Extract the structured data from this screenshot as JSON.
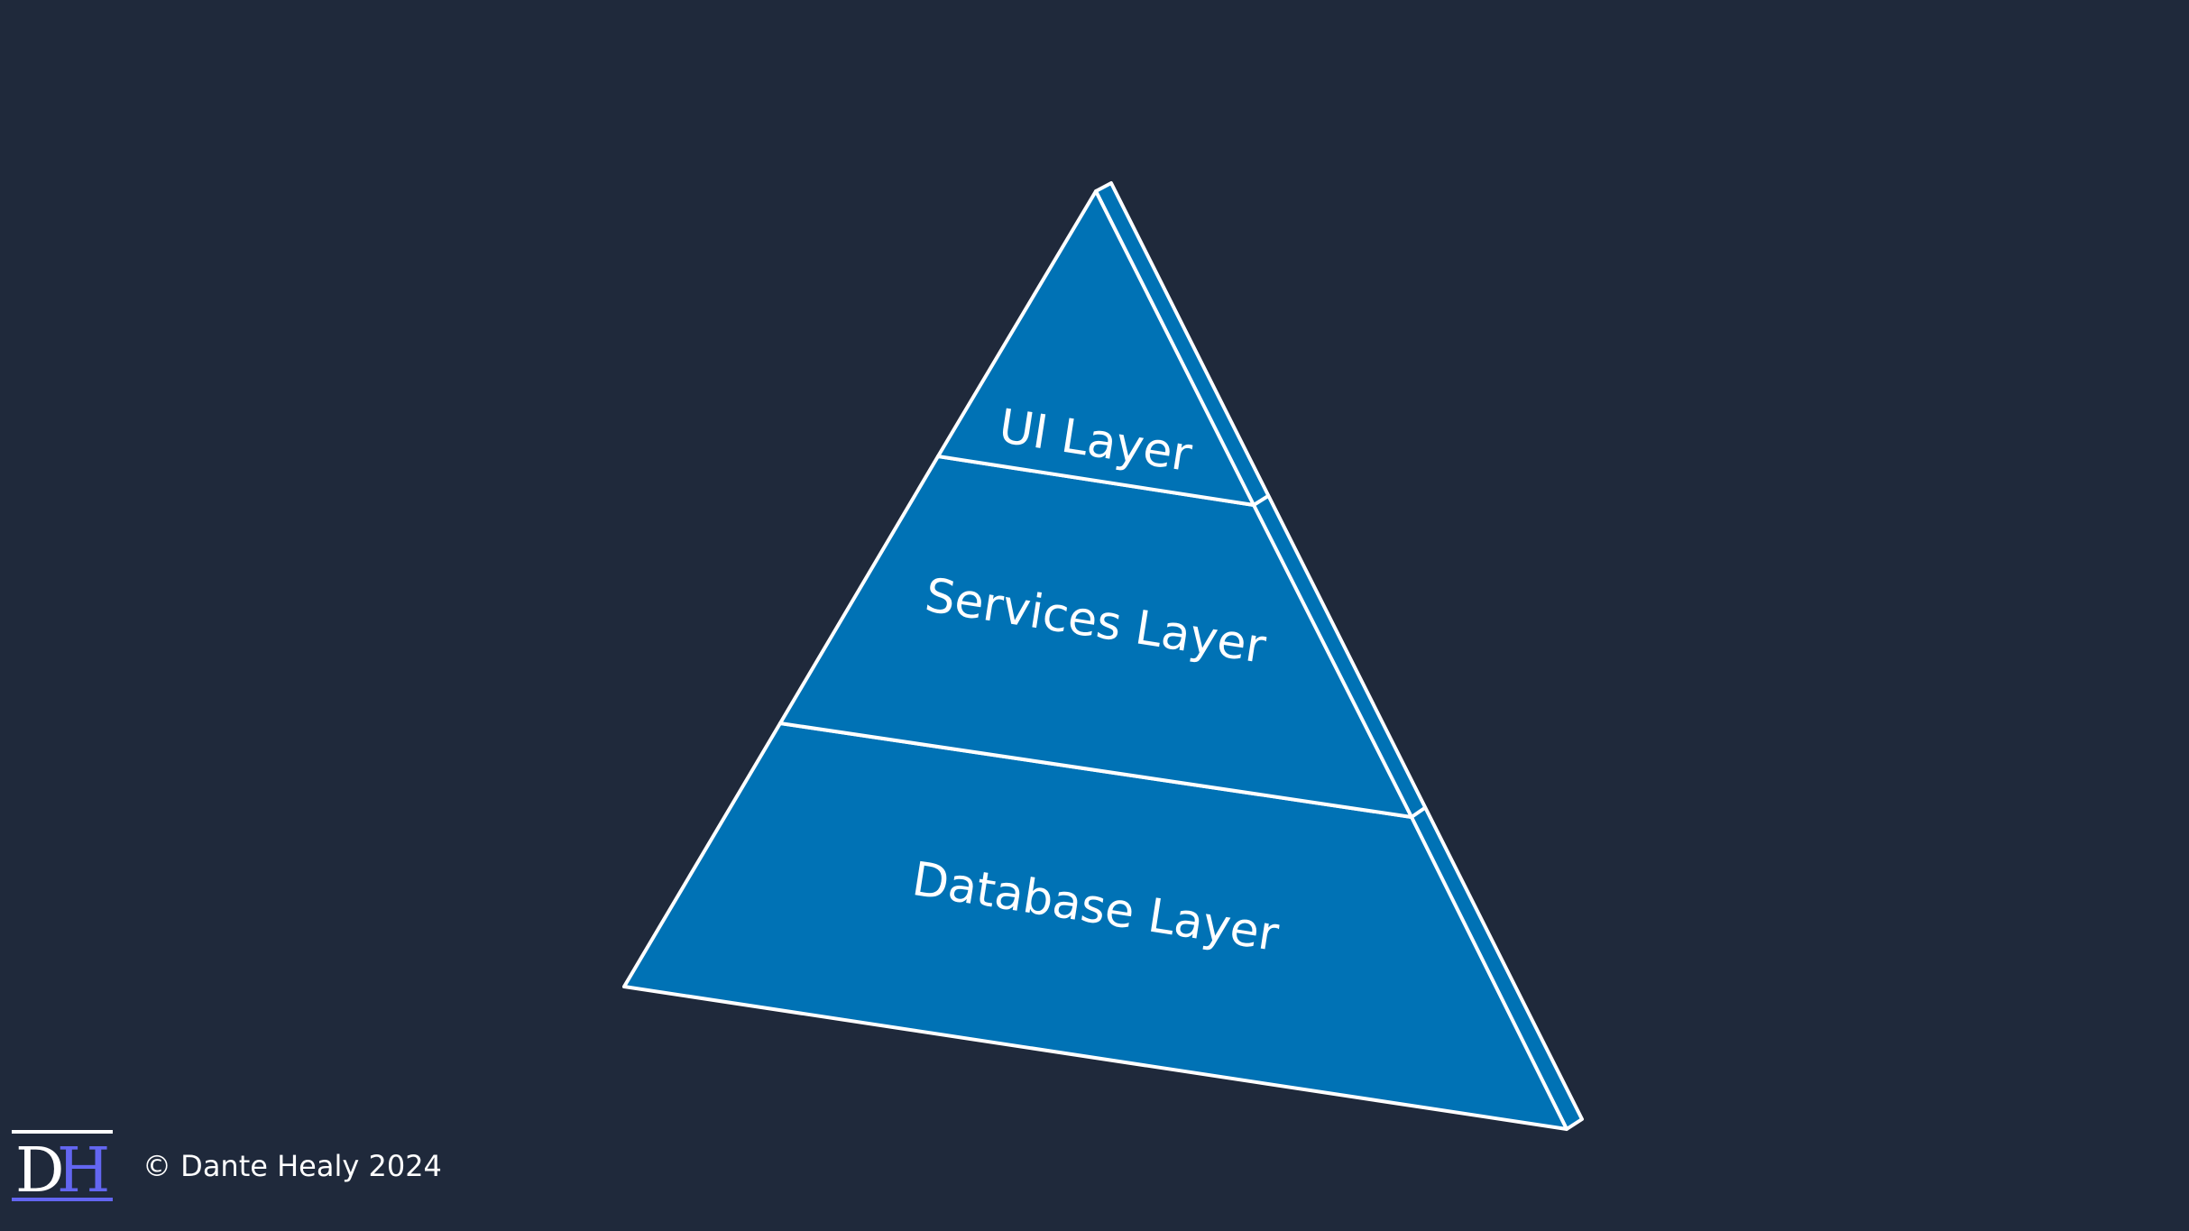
{
  "diagram": {
    "layers": [
      {
        "label": "UI Layer"
      },
      {
        "label": "Services Layer"
      },
      {
        "label": "Database Layer"
      }
    ],
    "fill_color": "#0072b5",
    "stroke_color": "#ffffff"
  },
  "footer": {
    "logo_text": "DH",
    "copyright": "© Dante Healy 2024"
  },
  "colors": {
    "background": "#1f293b",
    "logo_accent": "#6366f1"
  }
}
